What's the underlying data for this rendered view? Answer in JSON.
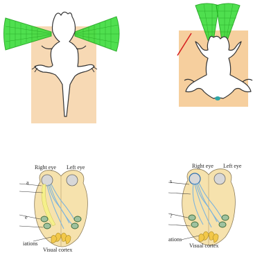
{
  "colors": {
    "fov_fill": "#3ddc3d",
    "fov_stroke": "#1aa51a",
    "panel_bg": "#f7d9b4",
    "right_panel_bg": "#f6cf9e",
    "brain_fill": "#f6e2ad",
    "optic_yellow": "#f5f08a",
    "optic_blue": "#7fb4dc",
    "cortex_yellow": "#f2c84a",
    "red_line": "#d62020"
  },
  "brain_left": {
    "right_eye_label": "Right eye",
    "left_eye_label": "Left eye",
    "partial_label_1": "a",
    "partial_label_2": "e",
    "radiations_label": "iations",
    "cortex_label": "Visual cortex"
  },
  "brain_right": {
    "right_eye_label": "Right eye",
    "left_eye_label": "Left eye",
    "partial_label_1": "s",
    "partial_label_2": "?",
    "radiations_label": "ations",
    "cortex_label": "Visual cortex"
  }
}
